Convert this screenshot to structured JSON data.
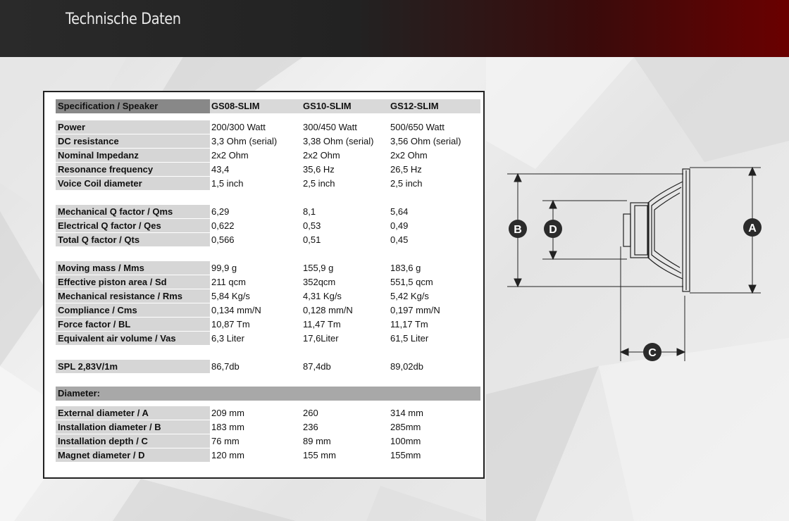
{
  "header": {
    "title": "Technische Daten"
  },
  "table": {
    "header_label": "Specification / Speaker",
    "models": [
      "GS08-SLIM",
      "GS10-SLIM",
      "GS12-SLIM"
    ],
    "groups": [
      {
        "rows": [
          {
            "label": "Power",
            "values": [
              "200/300 Watt",
              "300/450 Watt",
              "500/650 Watt"
            ]
          },
          {
            "label": "DC resistance",
            "values": [
              "3,3 Ohm (serial)",
              "3,38 Ohm (serial)",
              "3,56 Ohm (serial)"
            ]
          },
          {
            "label": "Nominal Impedanz",
            "values": [
              "2x2 Ohm",
              "2x2 Ohm",
              "2x2 Ohm"
            ]
          },
          {
            "label": "Resonance frequency",
            "values": [
              "43,4",
              "35,6 Hz",
              "26,5 Hz"
            ]
          },
          {
            "label": "Voice Coil diameter",
            "values": [
              "1,5 inch",
              "2,5 inch",
              "2,5 inch"
            ]
          }
        ]
      },
      {
        "rows": [
          {
            "label": "Mechanical Q factor / Qms",
            "values": [
              "6,29",
              "8,1",
              "5,64"
            ]
          },
          {
            "label": "Electrical Q factor / Qes",
            "values": [
              "0,622",
              "0,53",
              "0,49"
            ]
          },
          {
            "label": "Total Q factor / Qts",
            "values": [
              "0,566",
              "0,51",
              "0,45"
            ]
          }
        ]
      },
      {
        "rows": [
          {
            "label": "Moving mass / Mms",
            "values": [
              "99,9 g",
              "155,9 g",
              "183,6 g"
            ]
          },
          {
            "label": "Effective piston area / Sd",
            "values": [
              "211 qcm",
              "352qcm",
              "551,5 qcm"
            ]
          },
          {
            "label": "Mechanical resistance / Rms",
            "values": [
              "5,84 Kg/s",
              "4,31 Kg/s",
              "5,42 Kg/s"
            ]
          },
          {
            "label": "Compliance / Cms",
            "values": [
              "0,134 mm/N",
              "0,128 mm/N",
              "0,197 mm/N"
            ]
          },
          {
            "label": "Force factor / BL",
            "values": [
              "10,87 Tm",
              "11,47 Tm",
              "11,17 Tm"
            ]
          },
          {
            "label": "Equivalent air volume / Vas",
            "values": [
              "6,3 Liter",
              "17,6Liter",
              "61,5 Liter"
            ]
          }
        ]
      },
      {
        "rows": [
          {
            "label": "SPL 2,83V/1m",
            "values": [
              "86,7db",
              "87,4db",
              "89,02db"
            ]
          }
        ]
      }
    ],
    "diameter_heading": "Diameter:",
    "diameter_rows": [
      {
        "label": "External diameter / A",
        "values": [
          "209 mm",
          "260",
          "314 mm"
        ]
      },
      {
        "label": "Installation diameter / B",
        "values": [
          "183 mm",
          "236",
          "285mm"
        ]
      },
      {
        "label": "Installation depth / C",
        "values": [
          "76 mm",
          "89 mm",
          "100mm"
        ]
      },
      {
        "label": "Magnet diameter / D",
        "values": [
          "120 mm",
          "155 mm",
          "155mm"
        ]
      }
    ]
  },
  "diagram": {
    "labels": {
      "a": "A",
      "b": "B",
      "c": "C",
      "d": "D"
    },
    "line_color": "#222222",
    "badge_color": "#2b2b2b"
  }
}
